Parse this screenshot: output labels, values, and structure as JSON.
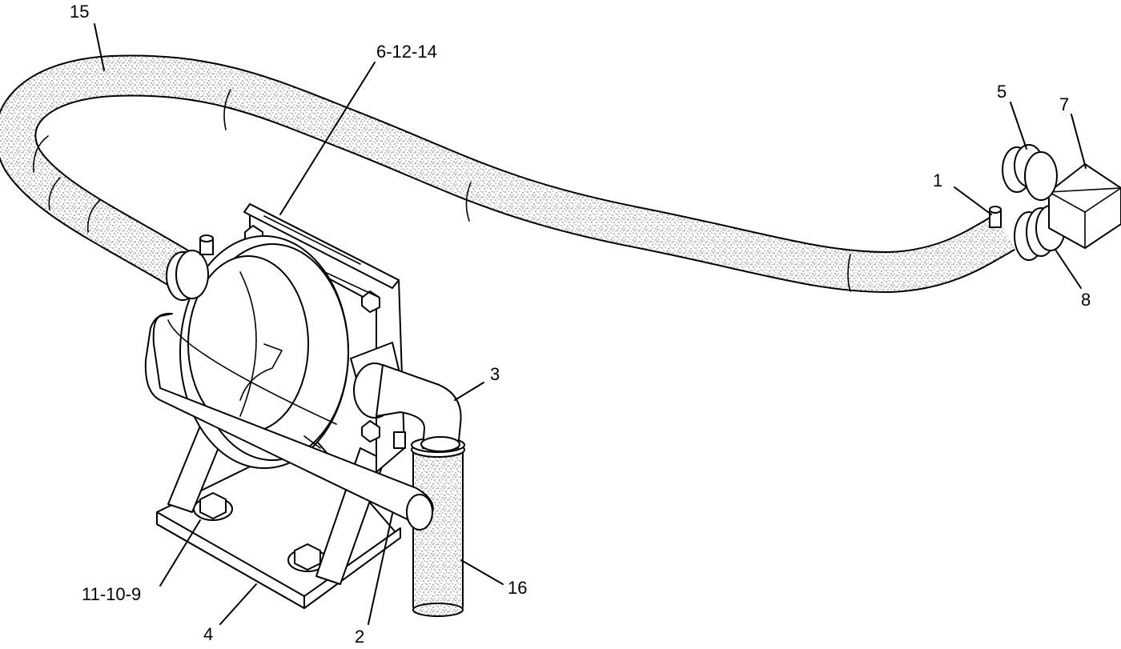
{
  "labels": {
    "l15": "15",
    "l6_12_14": "6-12-14",
    "l5": "5",
    "l7": "7",
    "l1": "1",
    "l8": "8",
    "l3": "3",
    "l16": "16",
    "l11_10_9": "11-10-9",
    "l4": "4",
    "l2": "2"
  }
}
